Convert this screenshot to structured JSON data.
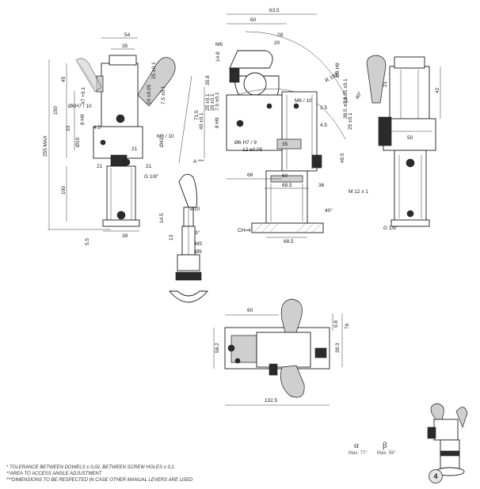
{
  "dimensions": {
    "front_view": [
      "54",
      "35",
      "45",
      "47 +0.1",
      "150",
      "Ø6H7 / 10",
      "25 ±0.1",
      "20 ±0.05",
      "7.5 ±0.1",
      "8 H9",
      "4.5",
      "33",
      "Ø10",
      "M6 / 10",
      "Ø42",
      "255 MAX",
      "21",
      "21",
      "21",
      "G 1/8\"",
      "100",
      "5.5",
      "39"
    ],
    "side_view": [
      "63.5",
      "60",
      "28",
      "20",
      "M8",
      "14.8",
      "35.8",
      "25 ±0.1",
      "20 ±0.1",
      "7.5 ±0.1",
      "40 ±0.1",
      "71.5",
      "8 H9",
      "M6 / 10",
      "4.5",
      "3.5",
      "R 182",
      "Ø6 H7 / 9",
      "12 ±0.05",
      "35",
      "68",
      "60",
      "68.5",
      "21",
      "36",
      "49.5",
      "M 12 x 1",
      "40°",
      "68.5",
      "CH=4",
      "Ø8 H9",
      "10.35 ±0.1",
      "25 ±0.1",
      "38.5 ±0.1",
      "40°"
    ],
    "right_view": [
      "21",
      "42",
      "50",
      "G 1/8\""
    ],
    "lever_view": [
      "A ***",
      "Ø10",
      "14.5",
      "13",
      "3°",
      "M5",
      "Ø9"
    ],
    "top_view": [
      "60",
      "9.8",
      "76",
      "58.2",
      "39.3",
      "132.5"
    ]
  },
  "angles": {
    "alpha": {
      "symbol": "α",
      "label": "Max. 77°"
    },
    "beta": {
      "symbol": "β",
      "label": "Max. 59°"
    }
  },
  "notes": [
    "* TOLERANCE BETWEEN DOWELS ± 0,02, BETWEEN SCREW HOLES ± 0,1",
    "**AREA TO ACCESS ANGLE ADJUSTMENT",
    "***DIMENSIONS TO BE RESPECTED IN CASE OTHER MANUAL LEVERS ARE USED"
  ],
  "page_number": "4"
}
